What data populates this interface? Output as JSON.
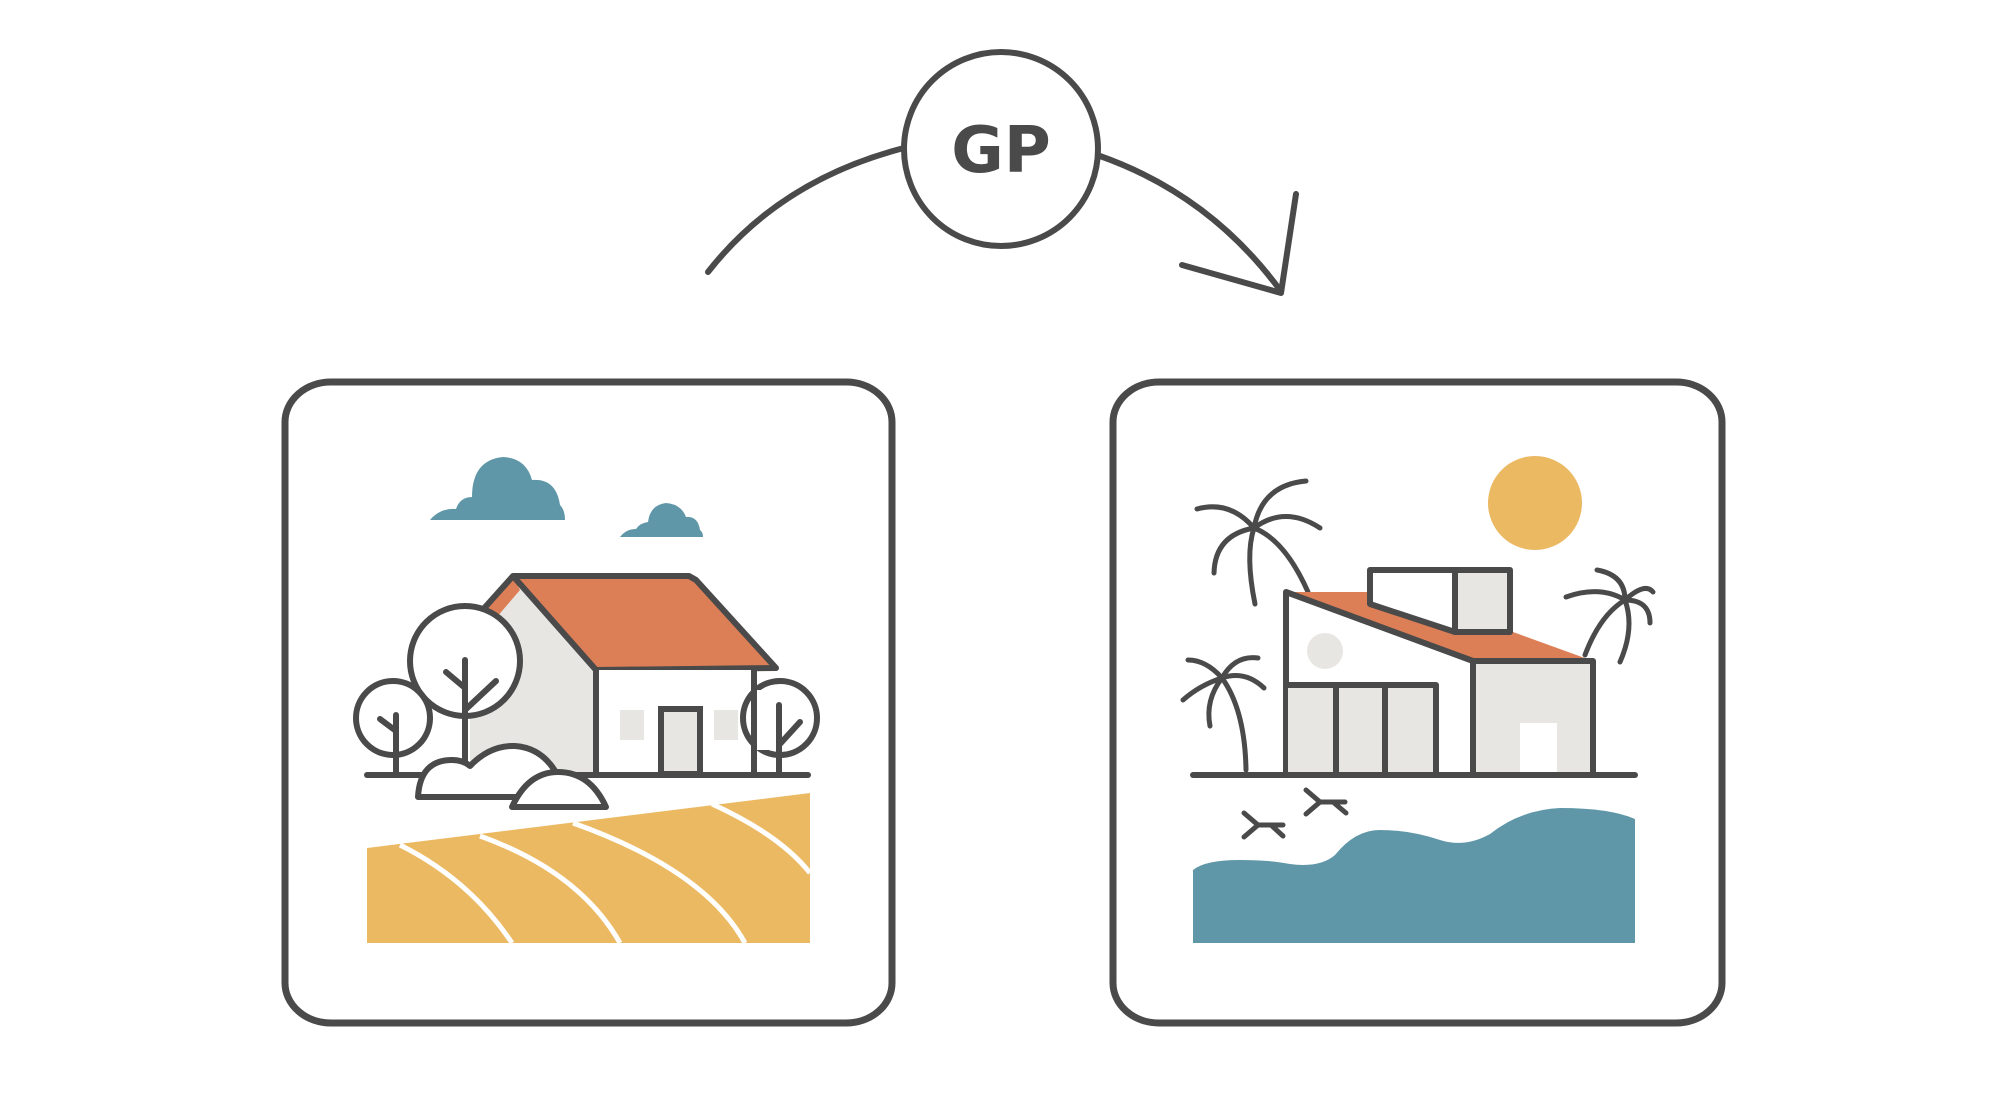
{
  "diagram": {
    "badge": {
      "label": "GP"
    },
    "colors": {
      "outline": "#4a4a4a",
      "roof": "#dd7f56",
      "wall": "#e7e6e2",
      "cloud": "#6097a8",
      "field": "#ecb963",
      "sun": "#ecb963",
      "water": "#6097a8",
      "background": "#ffffff"
    },
    "panels": [
      {
        "name": "countryside-house",
        "elements": [
          "clouds",
          "gabled-house",
          "trees",
          "bushes",
          "field"
        ]
      },
      {
        "name": "beach-house",
        "elements": [
          "sun",
          "modern-house",
          "palm-trees",
          "birds",
          "sea"
        ]
      }
    ],
    "arrow": {
      "direction": "left-to-right",
      "via": "GP"
    }
  }
}
